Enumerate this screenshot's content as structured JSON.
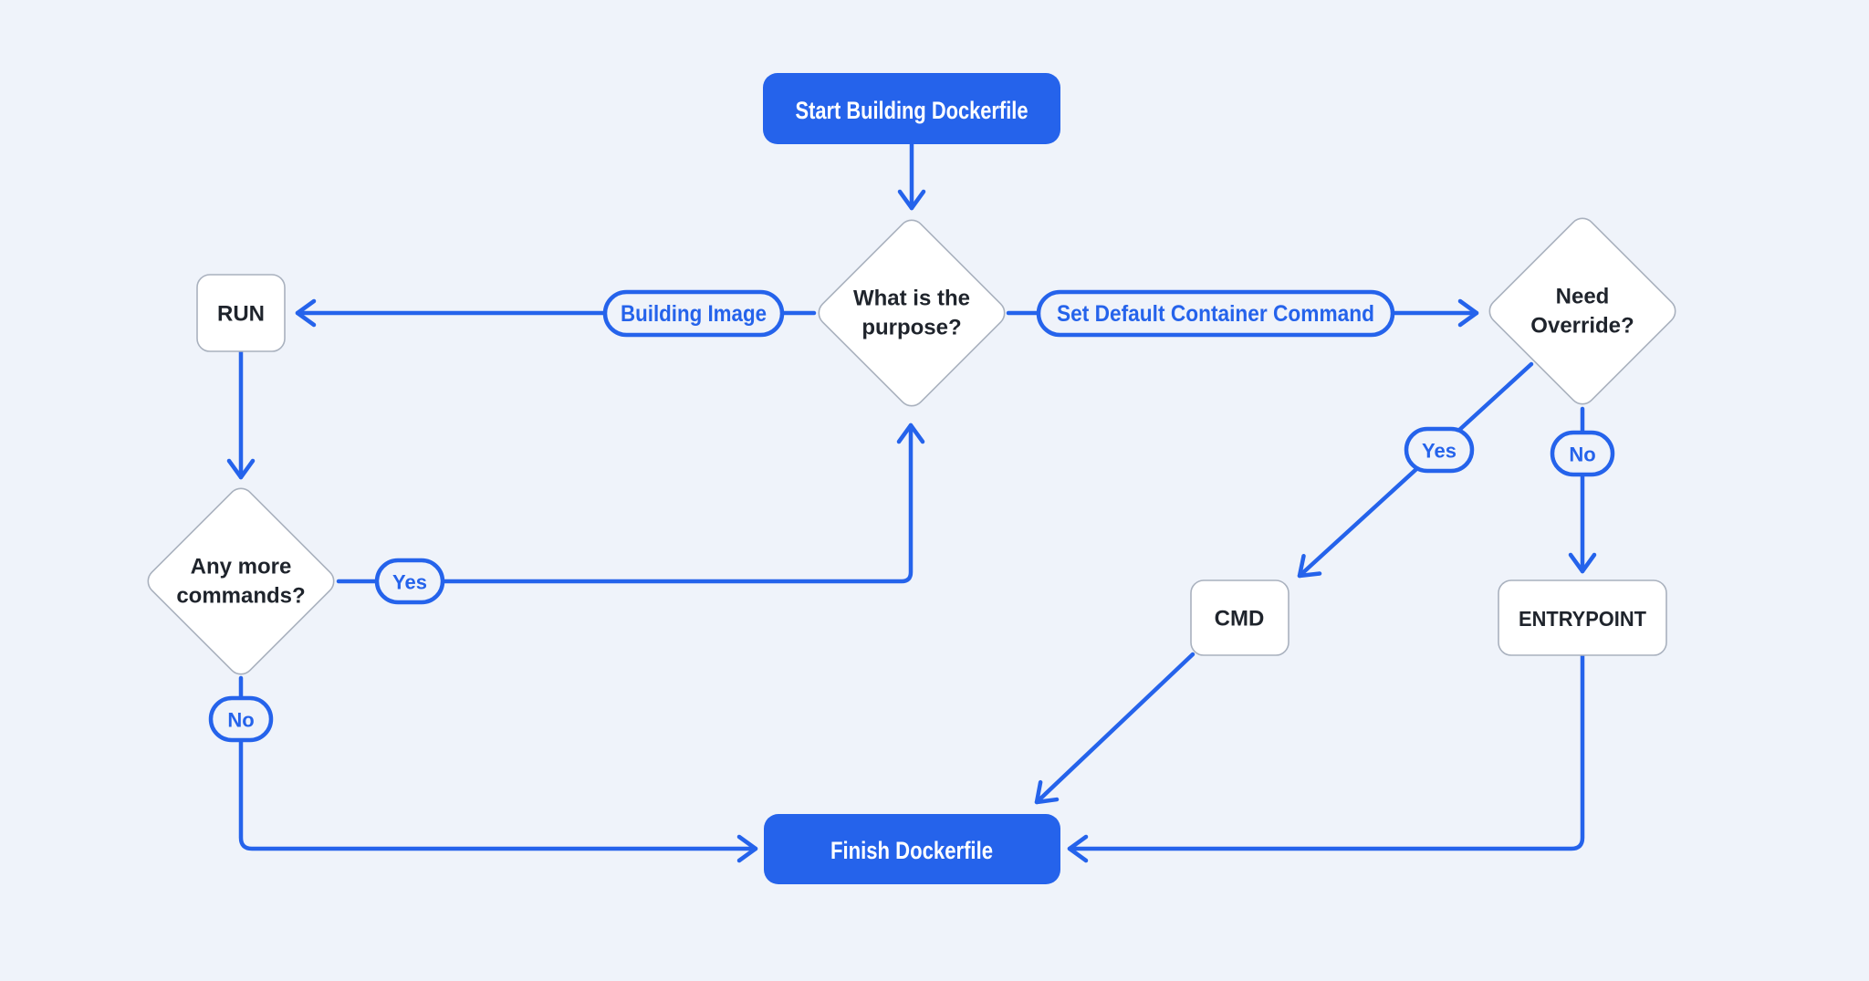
{
  "colors": {
    "background": "#EFF3FA",
    "accent": "#2563EB",
    "node_fill": "#FFFFFF",
    "node_border": "#A9B1BE",
    "text_dark": "#1F242C",
    "text_on_accent": "#FFFFFF"
  },
  "nodes": {
    "start": {
      "label": "Start Building Dockerfile"
    },
    "purpose": {
      "line1": "What is the",
      "line2": "purpose?"
    },
    "run": {
      "label": "RUN"
    },
    "need_override": {
      "line1": "Need",
      "line2": "Override?"
    },
    "any_more": {
      "line1": "Any more",
      "line2": "commands?"
    },
    "cmd": {
      "label": "CMD"
    },
    "entrypoint": {
      "label": "ENTRYPOINT"
    },
    "finish": {
      "label": "Finish Dockerfile"
    }
  },
  "edges": {
    "building_image": {
      "label": "Building Image"
    },
    "set_default": {
      "label": "Set Default Container Command"
    },
    "any_more_yes": {
      "label": "Yes"
    },
    "any_more_no": {
      "label": "No"
    },
    "override_yes": {
      "label": "Yes"
    },
    "override_no": {
      "label": "No"
    }
  }
}
